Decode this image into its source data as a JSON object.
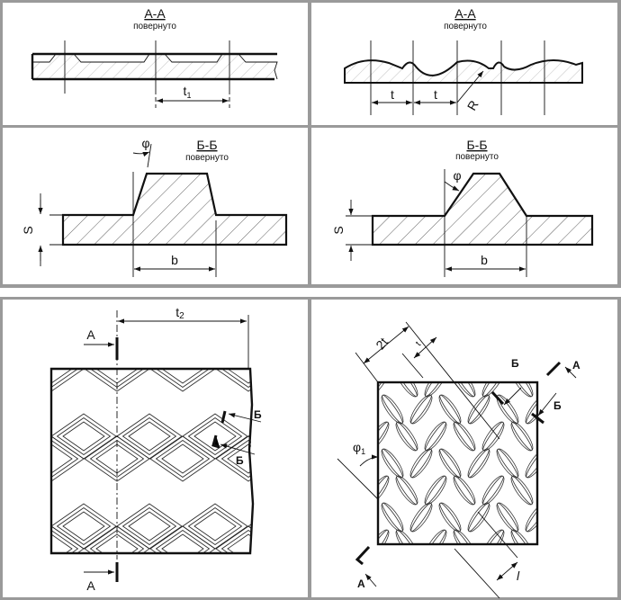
{
  "panels": {
    "top_left": {
      "section": "А-А",
      "note": "повернуто",
      "dim_t1": "t",
      "dim_t1_sub": "1"
    },
    "top_right": {
      "section": "А-А",
      "note": "повернуто",
      "dim_t": "t",
      "dim_radius": "R"
    },
    "mid_left": {
      "section": "Б-Б",
      "note": "повернуто",
      "angle": "φ",
      "thickness": "S",
      "width": "b"
    },
    "mid_right": {
      "section": "Б-Б",
      "note": "повернуто",
      "angle": "φ",
      "thickness": "S",
      "width": "b"
    },
    "bottom_left": {
      "pitch": "t",
      "pitch_sub": "2",
      "cut_a": "А",
      "cut_b": "Б"
    },
    "bottom_right": {
      "double_pitch": "2t",
      "pitch": "t",
      "length": "l",
      "angle": "φ",
      "angle_sub": "1",
      "cut_a": "А",
      "cut_b": "Б"
    }
  }
}
